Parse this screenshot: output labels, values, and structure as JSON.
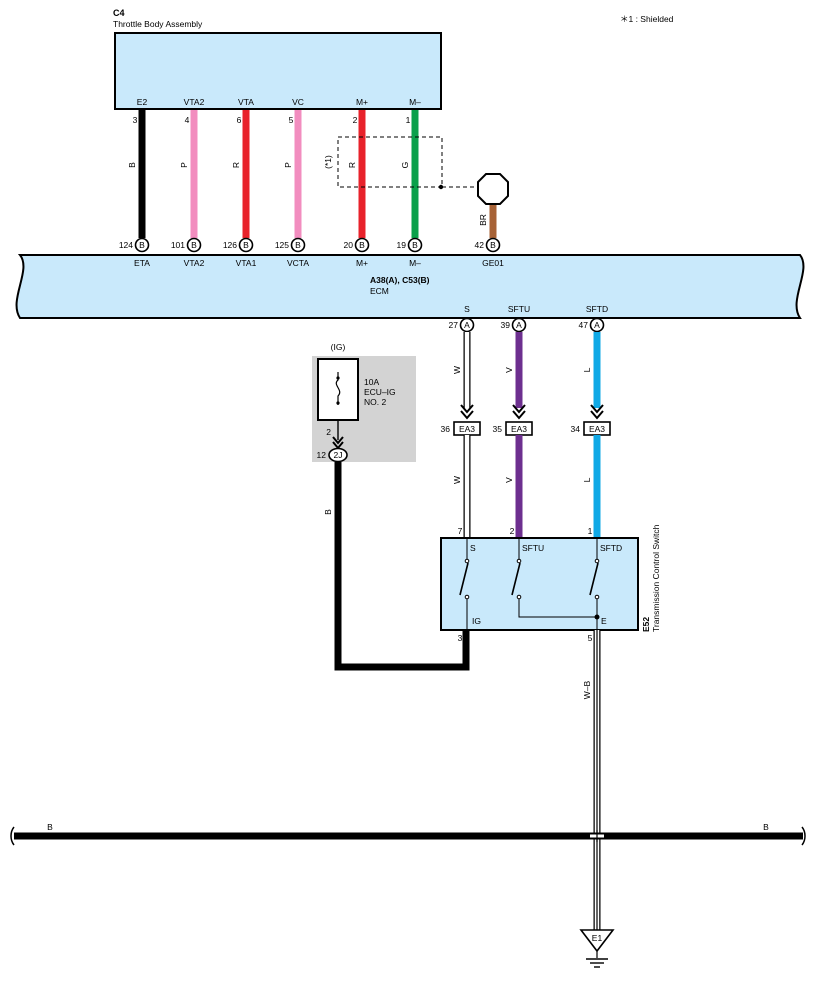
{
  "note": "＊1 : Shielded",
  "throttle": {
    "code": "C4",
    "name": "Throttle Body Assembly",
    "pins": [
      {
        "label": "E2",
        "num": "3"
      },
      {
        "label": "VTA2",
        "num": "4"
      },
      {
        "label": "VTA",
        "num": "6"
      },
      {
        "label": "VC",
        "num": "5"
      },
      {
        "label": "M+",
        "num": "2"
      },
      {
        "label": "M–",
        "num": "1"
      }
    ]
  },
  "shield": {
    "label": "(*1)",
    "wire": "BR"
  },
  "ecm": {
    "code": "A38(A), C53(B)",
    "name": "ECM",
    "upper_pins": [
      {
        "num": "124",
        "conn": "B",
        "label": "ETA"
      },
      {
        "num": "101",
        "conn": "B",
        "label": "VTA2"
      },
      {
        "num": "126",
        "conn": "B",
        "label": "VTA1"
      },
      {
        "num": "125",
        "conn": "B",
        "label": "VCTA"
      },
      {
        "num": "20",
        "conn": "B",
        "label": "M+"
      },
      {
        "num": "19",
        "conn": "B",
        "label": "M–"
      },
      {
        "num": "42",
        "conn": "B",
        "label": "GE01"
      }
    ],
    "lower_pins": [
      {
        "num": "27",
        "conn": "A",
        "label": "S"
      },
      {
        "num": "39",
        "conn": "A",
        "label": "SFTU"
      },
      {
        "num": "47",
        "conn": "A",
        "label": "SFTD"
      }
    ]
  },
  "wire_colors_top": [
    "B",
    "P",
    "R",
    "P",
    "R",
    "G"
  ],
  "fuse": {
    "ig": "(IG)",
    "line1": "10A",
    "line2": "ECU–IG",
    "line3": "NO. 2",
    "pin": "2",
    "conn_num": "12",
    "conn": "2J",
    "wire": "B"
  },
  "junction": {
    "name": "EA3",
    "pins": [
      "36",
      "35",
      "34"
    ],
    "wires": [
      "W",
      "V",
      "L"
    ]
  },
  "switch": {
    "code": "E52",
    "name": "Transmission Control Switch",
    "pin_nums": [
      "7",
      "2",
      "1"
    ],
    "pin_labels": [
      "S",
      "SFTU",
      "SFTD"
    ],
    "ig_label": "IG",
    "e_label": "E",
    "ig_num": "3",
    "e_num": "5"
  },
  "ground_wire": "W–B",
  "bus_label": "B",
  "ground": "E1",
  "colors": {
    "box_fill": "#c9e9fb",
    "black": "#000000",
    "pink": "#f28dbf",
    "red": "#e8222b",
    "green": "#0aa04a",
    "brown": "#a76236",
    "purple": "#6d2f8f",
    "blue": "#10a9e6",
    "gray": "#d3d3d3"
  }
}
